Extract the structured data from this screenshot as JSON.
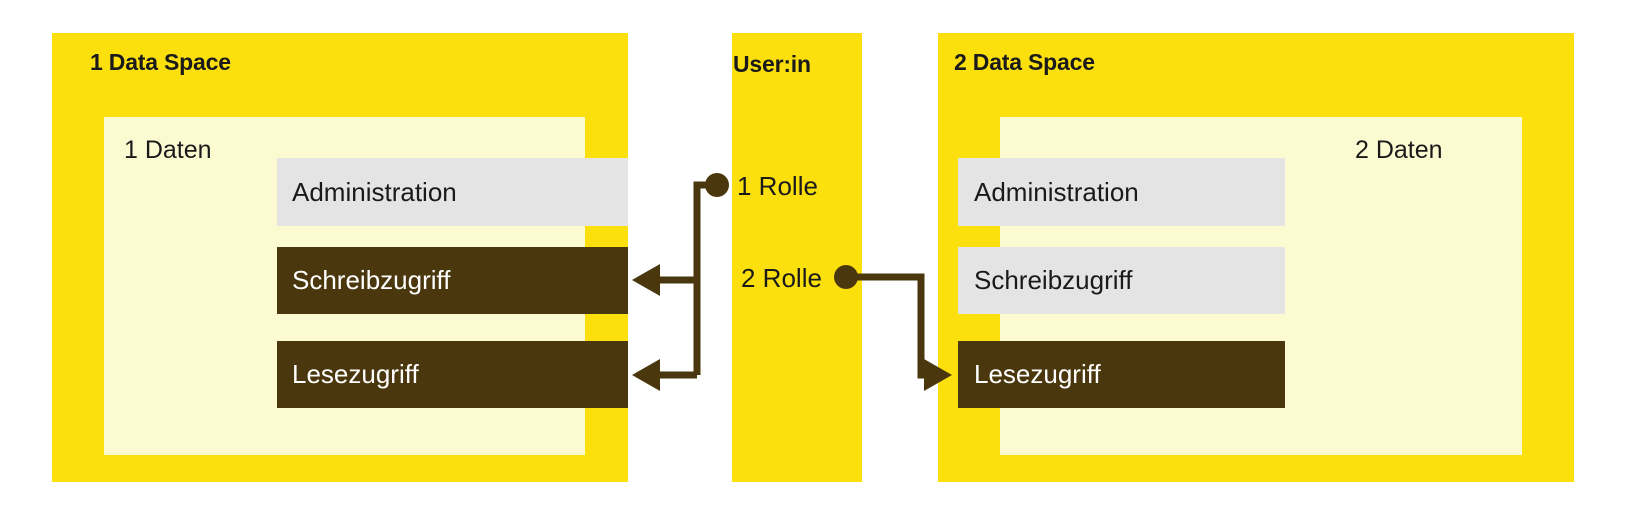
{
  "diagram": {
    "title_left": "1 Data Space",
    "title_middle": "User:in",
    "title_right": "2 Data Space",
    "colors": {
      "yellow": "#FCE00E",
      "cream": "#FCFAD1",
      "grey": "#E4E4E4",
      "brown": "#4A370D",
      "text": "#1a1a1a",
      "background": "#FFFFFF"
    }
  },
  "left_space": {
    "title": "1 Data Space",
    "data_label": "1 Daten",
    "items": [
      {
        "label": "Administration",
        "state": "inactive"
      },
      {
        "label": "Schreibzugriff",
        "state": "active"
      },
      {
        "label": "Lesezugriff",
        "state": "active"
      }
    ]
  },
  "user": {
    "title": "User:in",
    "roles": [
      {
        "label": "1 Rolle",
        "dot_side": "left"
      },
      {
        "label": "2 Rolle",
        "dot_side": "right"
      }
    ]
  },
  "right_space": {
    "title": "2 Data Space",
    "data_label": "2 Daten",
    "items": [
      {
        "label": "Administration",
        "state": "inactive"
      },
      {
        "label": "Schreibzugriff",
        "state": "inactive"
      },
      {
        "label": "Lesezugriff",
        "state": "active"
      }
    ]
  },
  "connections": [
    {
      "from": "1 Rolle",
      "to": "Schreibzugriff",
      "space": "1 Data Space",
      "direction": "left"
    },
    {
      "from": "1 Rolle",
      "to": "Lesezugriff",
      "space": "1 Data Space",
      "direction": "left"
    },
    {
      "from": "2 Rolle",
      "to": "Lesezugriff",
      "space": "2 Data Space",
      "direction": "right"
    }
  ]
}
